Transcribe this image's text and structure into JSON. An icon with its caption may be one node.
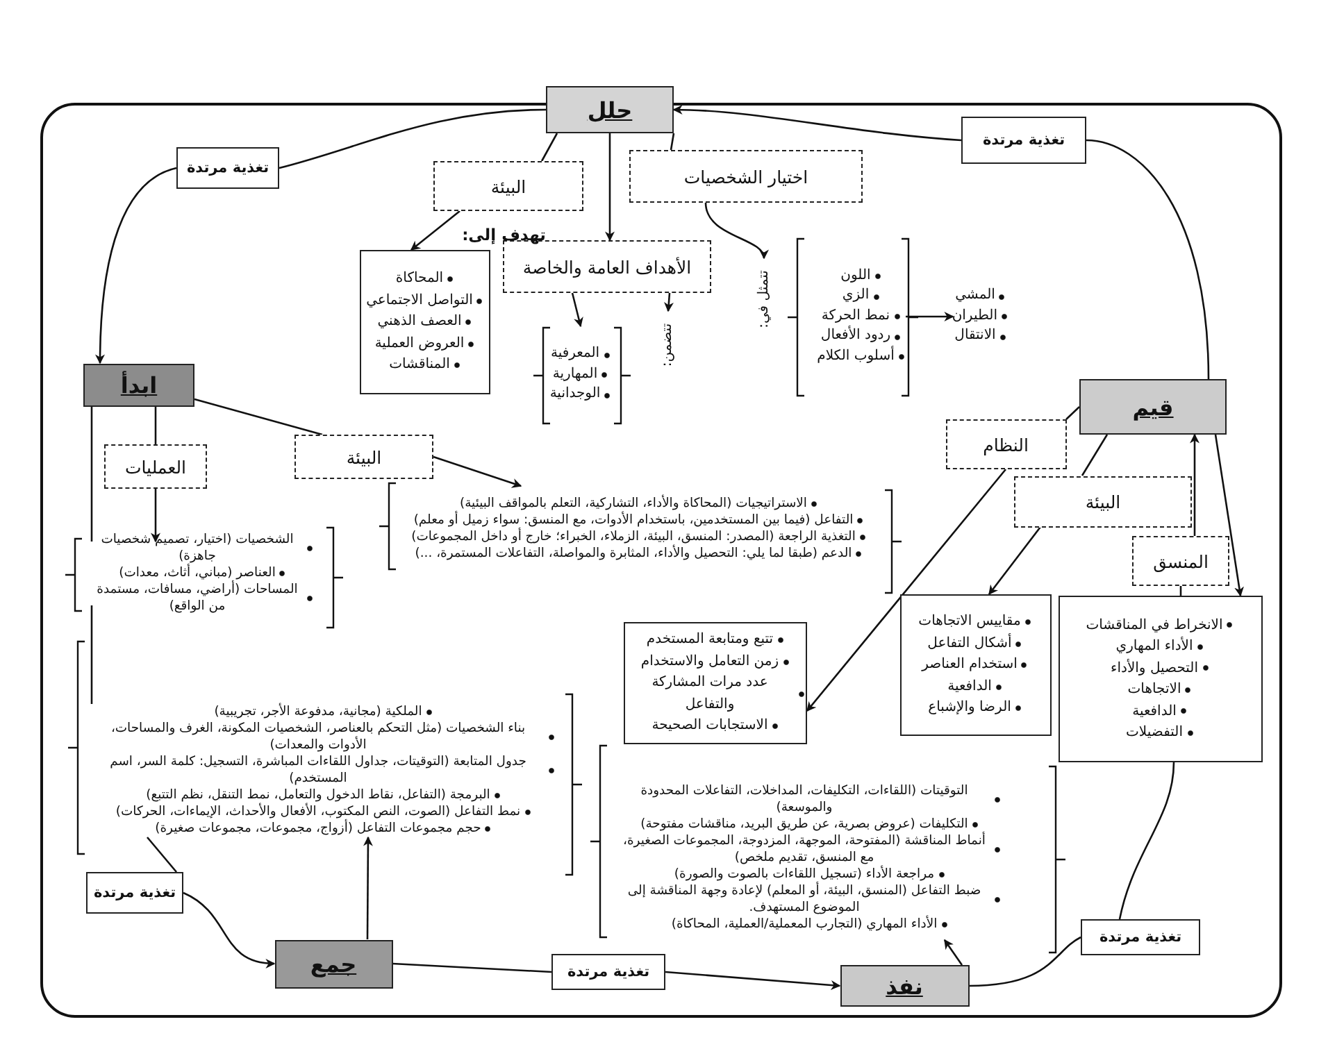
{
  "diagram": {
    "nodes": [
      {
        "text": [
          "حلل"
        ]
      },
      {
        "text": [
          "تغذية مرتدة"
        ]
      },
      {
        "text": [
          "تغذية مرتدة"
        ]
      },
      {
        "text": [
          "البيئة"
        ]
      },
      {
        "text": [
          "اختيار الشخصيات"
        ]
      },
      {
        "text": [
          "الأهداف العامة والخاصة"
        ]
      },
      {
        "text": [
          "تهدف إلى:",
          "المحاكاة",
          "التواصل الاجتماعي",
          "العصف الذهني",
          "العروض العملية",
          "المناقشات"
        ]
      },
      {
        "text": [
          "المعرفية",
          "المهارية",
          "الوجدانية"
        ]
      },
      {
        "text": [
          "تتضمن:"
        ]
      },
      {
        "text": [
          "تتمثل في:"
        ]
      },
      {
        "text": [
          "اللون",
          "الزي",
          "نمط الحركة",
          "ردود الأفعال",
          "أسلوب الكلام"
        ]
      },
      {
        "text": [
          "المشي",
          "الطيران",
          "الانتقال"
        ]
      },
      {
        "text": [
          "ابدأ"
        ]
      },
      {
        "text": [
          "العمليات"
        ]
      },
      {
        "text": [
          "البيئة"
        ]
      },
      {
        "text": [
          "الشخصيات (اختيار، تصميم شخصيات جاهزة)",
          "العناصر (مباني، أثاث، معدات)",
          "المساحات (أراضي، مسافات، مستمدة من الواقع)"
        ]
      },
      {
        "text": [
          "الاستراتيجيات (المحاكاة والأداء، التشاركية، التعلم بالمواقف البيئية)",
          "التفاعل (فيما بين المستخدمين، باستخدام الأدوات، مع المنسق: سواء زميل أو معلم)",
          "التغذية الراجعة (المصدر: المنسق، البيئة، الزملاء، الخبراء؛ خارج أو داخل المجموعات)",
          "الدعم (طبقا لما يلي: التحصيل والأداء، المثابرة والمواصلة، التفاعلات المستمرة، ...)"
        ]
      },
      {
        "text": [
          "قيم"
        ]
      },
      {
        "text": [
          "النظام"
        ]
      },
      {
        "text": [
          "البيئة"
        ]
      },
      {
        "text": [
          "المنسق"
        ]
      },
      {
        "text": [
          "تتبع ومتابعة المستخدم",
          "زمن التعامل والاستخدام",
          "عدد مرات المشاركة والتفاعل",
          "الاستجابات الصحيحة"
        ]
      },
      {
        "text": [
          "مقاييس الاتجاهات",
          "أشكال التفاعل",
          "استخدام العناصر",
          "الدافعية",
          "الرضا والإشباع"
        ]
      },
      {
        "text": [
          "الانخراط في المناقشات",
          "الأداء المهاري",
          "التحصيل والأداء",
          "الاتجاهات",
          "الدافعية",
          "التفضيلات"
        ]
      },
      {
        "text": [
          "الملكية (مجانية، مدفوعة الأجر، تجريبية)",
          "بناء الشخصيات (مثل التحكم بالعناصر، الشخصيات المكونة، الغرف والمساحات، الأدوات والمعدات)",
          "جدول المتابعة (التوقيتات، جداول اللقاءات المباشرة، التسجيل: كلمة السر، اسم المستخدم)",
          "البرمجة (التفاعل، نقاط الدخول والتعامل، نمط التنقل، نظم التتبع)",
          "نمط التفاعل (الصوت، النص المكتوب، الأفعال والأحداث، الإيماءات، الحركات)",
          "حجم مجموعات التفاعل (أزواج، مجموعات، مجموعات صغيرة)"
        ]
      },
      {
        "text": [
          "التوقيتات (اللقاءات، التكليفات، المداخلات، التفاعلات المحدودة والموسعة)",
          "التكليفات (عروض بصرية، عن طريق البريد، مناقشات مفتوحة)",
          "أنماط المناقشة (المفتوحة، الموجهة، المزدوجة، المجموعات الصغيرة، مع المنسق، تقديم ملخص)",
          "مراجعة الأداء (تسجيل اللقاءات بالصوت والصورة)",
          "ضبط التفاعل (المنسق، البيئة، أو المعلم) لإعادة وجهة المناقشة إلى الموضوع المستهدف.",
          "الأداء المهاري (التجارب المعملية/العملية، المحاكاة)"
        ]
      },
      {
        "text": [
          "تغذية مرتدة"
        ]
      },
      {
        "text": [
          "جمع"
        ]
      },
      {
        "text": [
          "تغذية مرتدة"
        ]
      },
      {
        "text": [
          "نفذ"
        ]
      },
      {
        "text": [
          "تغذية مرتدة"
        ]
      }
    ],
    "edges": [
      {
        "from": 17,
        "to": 2,
        "arrow": "none"
      },
      {
        "from": 2,
        "to": 0,
        "arrow": "to"
      },
      {
        "from": 0,
        "to": 1,
        "arrow": "none"
      },
      {
        "from": 1,
        "to": 12,
        "arrow": "to"
      },
      {
        "from": 0,
        "to": 3,
        "arrow": "none"
      },
      {
        "from": 3,
        "to": 6,
        "arrow": "to"
      },
      {
        "from": 0,
        "to": 5,
        "arrow": "to"
      },
      {
        "from": 0,
        "to": 4,
        "arrow": "none"
      },
      {
        "from": 4,
        "to": 9,
        "arrow": "to"
      },
      {
        "from": 5,
        "to": 7,
        "arrow": "to"
      },
      {
        "from": 5,
        "to": 8,
        "arrow": "to"
      },
      {
        "from": 10,
        "to": 11,
        "arrow": "to"
      },
      {
        "from": 12,
        "to": 14,
        "arrow": "none"
      },
      {
        "from": 14,
        "to": 16,
        "arrow": "to"
      },
      {
        "from": 12,
        "to": 13,
        "arrow": "none"
      },
      {
        "from": 13,
        "to": 15,
        "arrow": "to"
      },
      {
        "from": 12,
        "to": 15,
        "arrow": "none"
      },
      {
        "from": 15,
        "to": 24,
        "arrow": "none"
      },
      {
        "from": 24,
        "to": 26,
        "arrow": "none"
      },
      {
        "from": 26,
        "to": 27,
        "arrow": "to"
      },
      {
        "from": 27,
        "to": 24,
        "arrow": "to"
      },
      {
        "from": 27,
        "to": 28,
        "arrow": "none"
      },
      {
        "from": 28,
        "to": 29,
        "arrow": "to"
      },
      {
        "from": 29,
        "to": 25,
        "arrow": "to"
      },
      {
        "from": 29,
        "to": 30,
        "arrow": "none"
      },
      {
        "from": 30,
        "to": 23,
        "arrow": "none"
      },
      {
        "from": 17,
        "to": 18,
        "arrow": "none"
      },
      {
        "from": 17,
        "to": 19,
        "arrow": "none"
      },
      {
        "from": 20,
        "to": 17,
        "arrow": "to"
      },
      {
        "from": 17,
        "to": 23,
        "arrow": "to"
      },
      {
        "from": 20,
        "to": 23,
        "arrow": "none"
      },
      {
        "from": 18,
        "to": 21,
        "arrow": "to"
      },
      {
        "from": 19,
        "to": 22,
        "arrow": "to"
      }
    ]
  }
}
